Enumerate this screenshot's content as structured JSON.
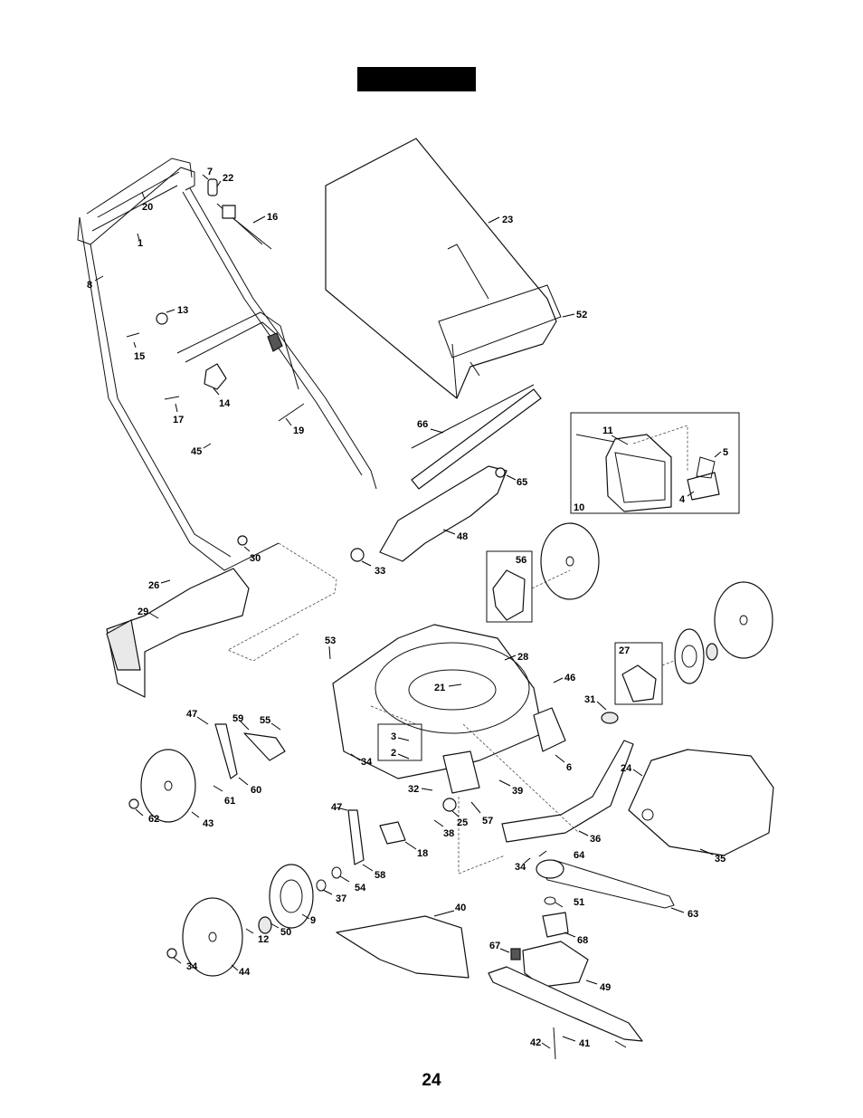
{
  "page_number": "24",
  "callouts": [
    "7",
    "22",
    "16",
    "20",
    "1",
    "8",
    "13",
    "15",
    "14",
    "17",
    "19",
    "45",
    "23",
    "52",
    "66",
    "65",
    "11",
    "5",
    "4",
    "10",
    "48",
    "30",
    "33",
    "56",
    "26",
    "29",
    "53",
    "28",
    "27",
    "21",
    "46",
    "31",
    "47",
    "59",
    "55",
    "3",
    "2",
    "34",
    "6",
    "24",
    "32",
    "39",
    "25",
    "57",
    "38",
    "36",
    "35",
    "61",
    "60",
    "62",
    "43",
    "18",
    "64",
    "58",
    "54",
    "37",
    "63",
    "51",
    "50",
    "12",
    "9",
    "40",
    "68",
    "67",
    "49",
    "44",
    "42",
    "41"
  ]
}
